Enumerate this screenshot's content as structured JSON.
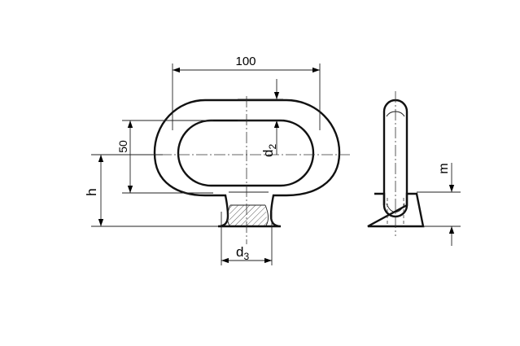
{
  "dimensions": {
    "width_label": "100",
    "inner_height_label": "50",
    "d2_label": "d",
    "d2_sub": "2",
    "h_label": "h",
    "d3_label": "d",
    "d3_sub": "3",
    "m_label": "m"
  }
}
